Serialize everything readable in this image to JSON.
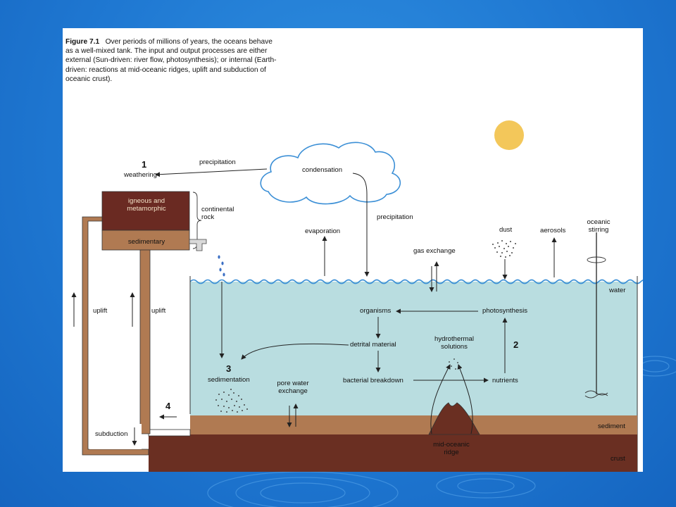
{
  "slide": {
    "background": "#1f78d2"
  },
  "figure": {
    "caption_label": "Figure 7.1",
    "caption_text": "Over periods of millions of years, the oceans behave as a well-mixed tank. The input and output processes are either external (Sun-driven: river flow, photosynthesis); or internal (Earth-driven: reactions at mid-oceanic ridges, uplift and subduction of oceanic crust).",
    "labels": {
      "num1": "1",
      "weathering": "weathering",
      "precipitation_top": "precipitation",
      "condensation": "condensation",
      "igneous": "igneous and metamorphic",
      "continental_rock": "continental rock",
      "sedimentary": "sedimentary",
      "evaporation": "evaporation",
      "precipitation_right": "precipitation",
      "gas_exchange": "gas exchange",
      "dust": "dust",
      "aerosols": "aerosols",
      "oceanic_stirring": "oceanic stirring",
      "water": "water",
      "uplift_left": "uplift",
      "uplift_right": "uplift",
      "organisms": "organisms",
      "photosynthesis": "photosynthesis",
      "detrital_material": "detrital material",
      "hydrothermal": "hydrothermal solutions",
      "num2": "2",
      "num3": "3",
      "sedimentation": "sedimentation",
      "pore_water": "pore water exchange",
      "bacterial": "bacterial breakdown",
      "nutrients": "nutrients",
      "num4": "4",
      "subduction": "subduction",
      "sediment": "sediment",
      "mid_ridge": "mid-oceanic ridge",
      "crust": "crust"
    }
  },
  "colors": {
    "water": "#b9dde0",
    "sediment": "#b07a52",
    "crust": "#6a2f22",
    "igneous": "#6a2a22",
    "sedimentary_rock": "#b07a52",
    "cloud": "#3b8fd6",
    "sun": "#f3c75a"
  }
}
